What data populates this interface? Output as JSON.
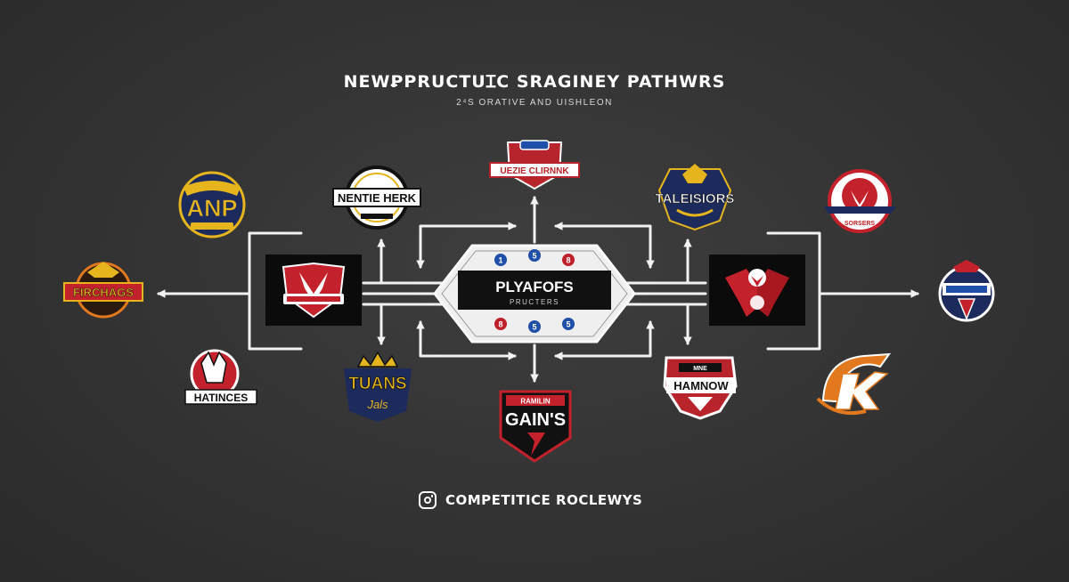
{
  "header": {
    "title": "NEWꝐPRUCTUꞮC SRAGINEY PATHWRS",
    "subtitle": "2⁴S ORATIVE AND UISHLEON"
  },
  "center": {
    "title": "PLYAFOFS",
    "subtitle": "PRUCTERS",
    "badges": [
      "1",
      "5",
      "8",
      "8",
      "5",
      "5"
    ]
  },
  "logos": {
    "anp": "ANP",
    "nentie": "NENTIE HERK",
    "top": "UEZIE CLIRNNK",
    "taleisiors": "TALEISIORS",
    "firehogs": "FIRCHAGS",
    "hatinces": "HATINCES",
    "tuans": "TUANS",
    "tuans_script": "Jals",
    "gains_small": "RAMILIN",
    "gains": "GAIN'S",
    "hamnow_small": "MNE",
    "hamnow": "HAMNOW",
    "sorsers": "SORSERS"
  },
  "footer": {
    "text": "COMPETITICE ROCLEWYS"
  },
  "colors": {
    "background": "#333333",
    "line": "#f2f2f2",
    "accent_red": "#c0202a",
    "accent_navy": "#1c2a5c",
    "accent_gold": "#e6b51e",
    "accent_orange": "#e2791e"
  }
}
